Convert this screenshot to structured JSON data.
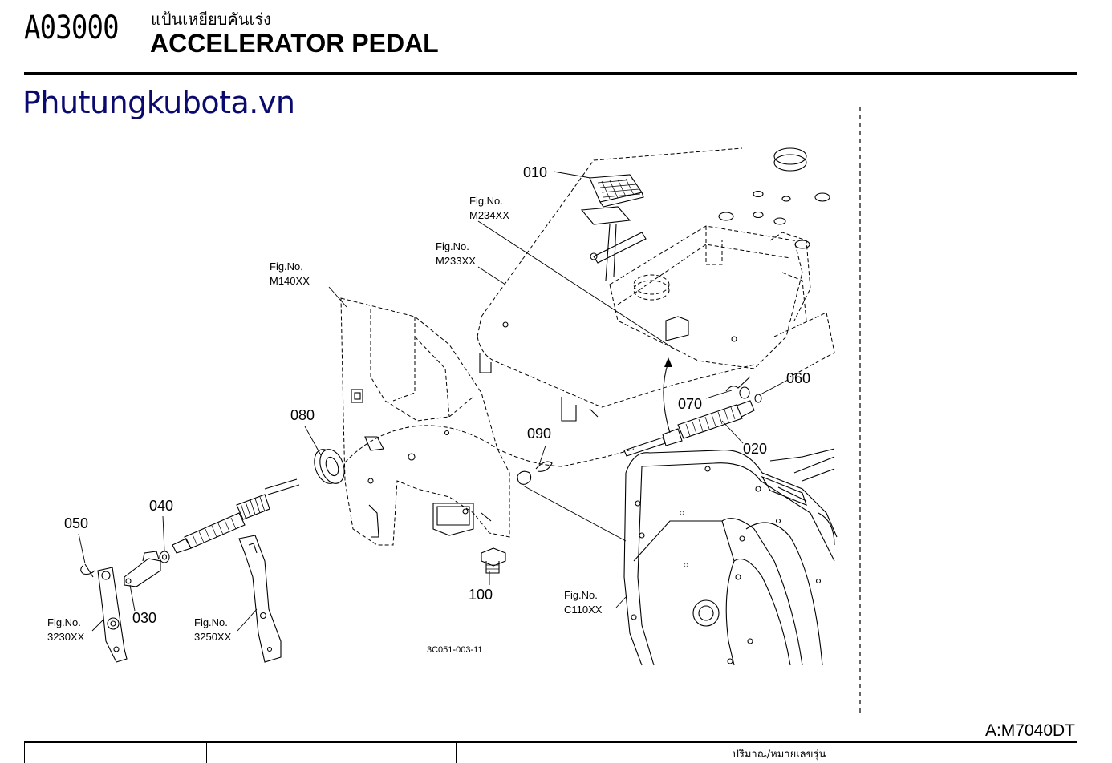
{
  "header": {
    "code": "A03000",
    "title_th": "แป้นเหยียบคันเร่ง",
    "title_en": "ACCELERATOR PEDAL"
  },
  "watermark": "Phutungkubota.vn",
  "model": "A:M7040DT",
  "drawing_number": "3C051-003-11",
  "part_labels": {
    "p010": "010",
    "p020": "020",
    "p030": "030",
    "p040": "040",
    "p050": "050",
    "p060": "060",
    "p070": "070",
    "p080": "080",
    "p090": "090",
    "p100": "100"
  },
  "fig_refs": {
    "m234": {
      "label": "Fig.No.",
      "code": "M234XX"
    },
    "m233": {
      "label": "Fig.No.",
      "code": "M233XX"
    },
    "m140": {
      "label": "Fig.No.",
      "code": "M140XX"
    },
    "c110": {
      "label": "Fig.No.",
      "code": "C110XX"
    },
    "f3230": {
      "label": "Fig.No.",
      "code": "3230XX"
    },
    "f3250": {
      "label": "Fig.No.",
      "code": "3250XX"
    }
  },
  "table": {
    "qty_header": "ปริมาณ/หมายเลขรุ่น"
  }
}
